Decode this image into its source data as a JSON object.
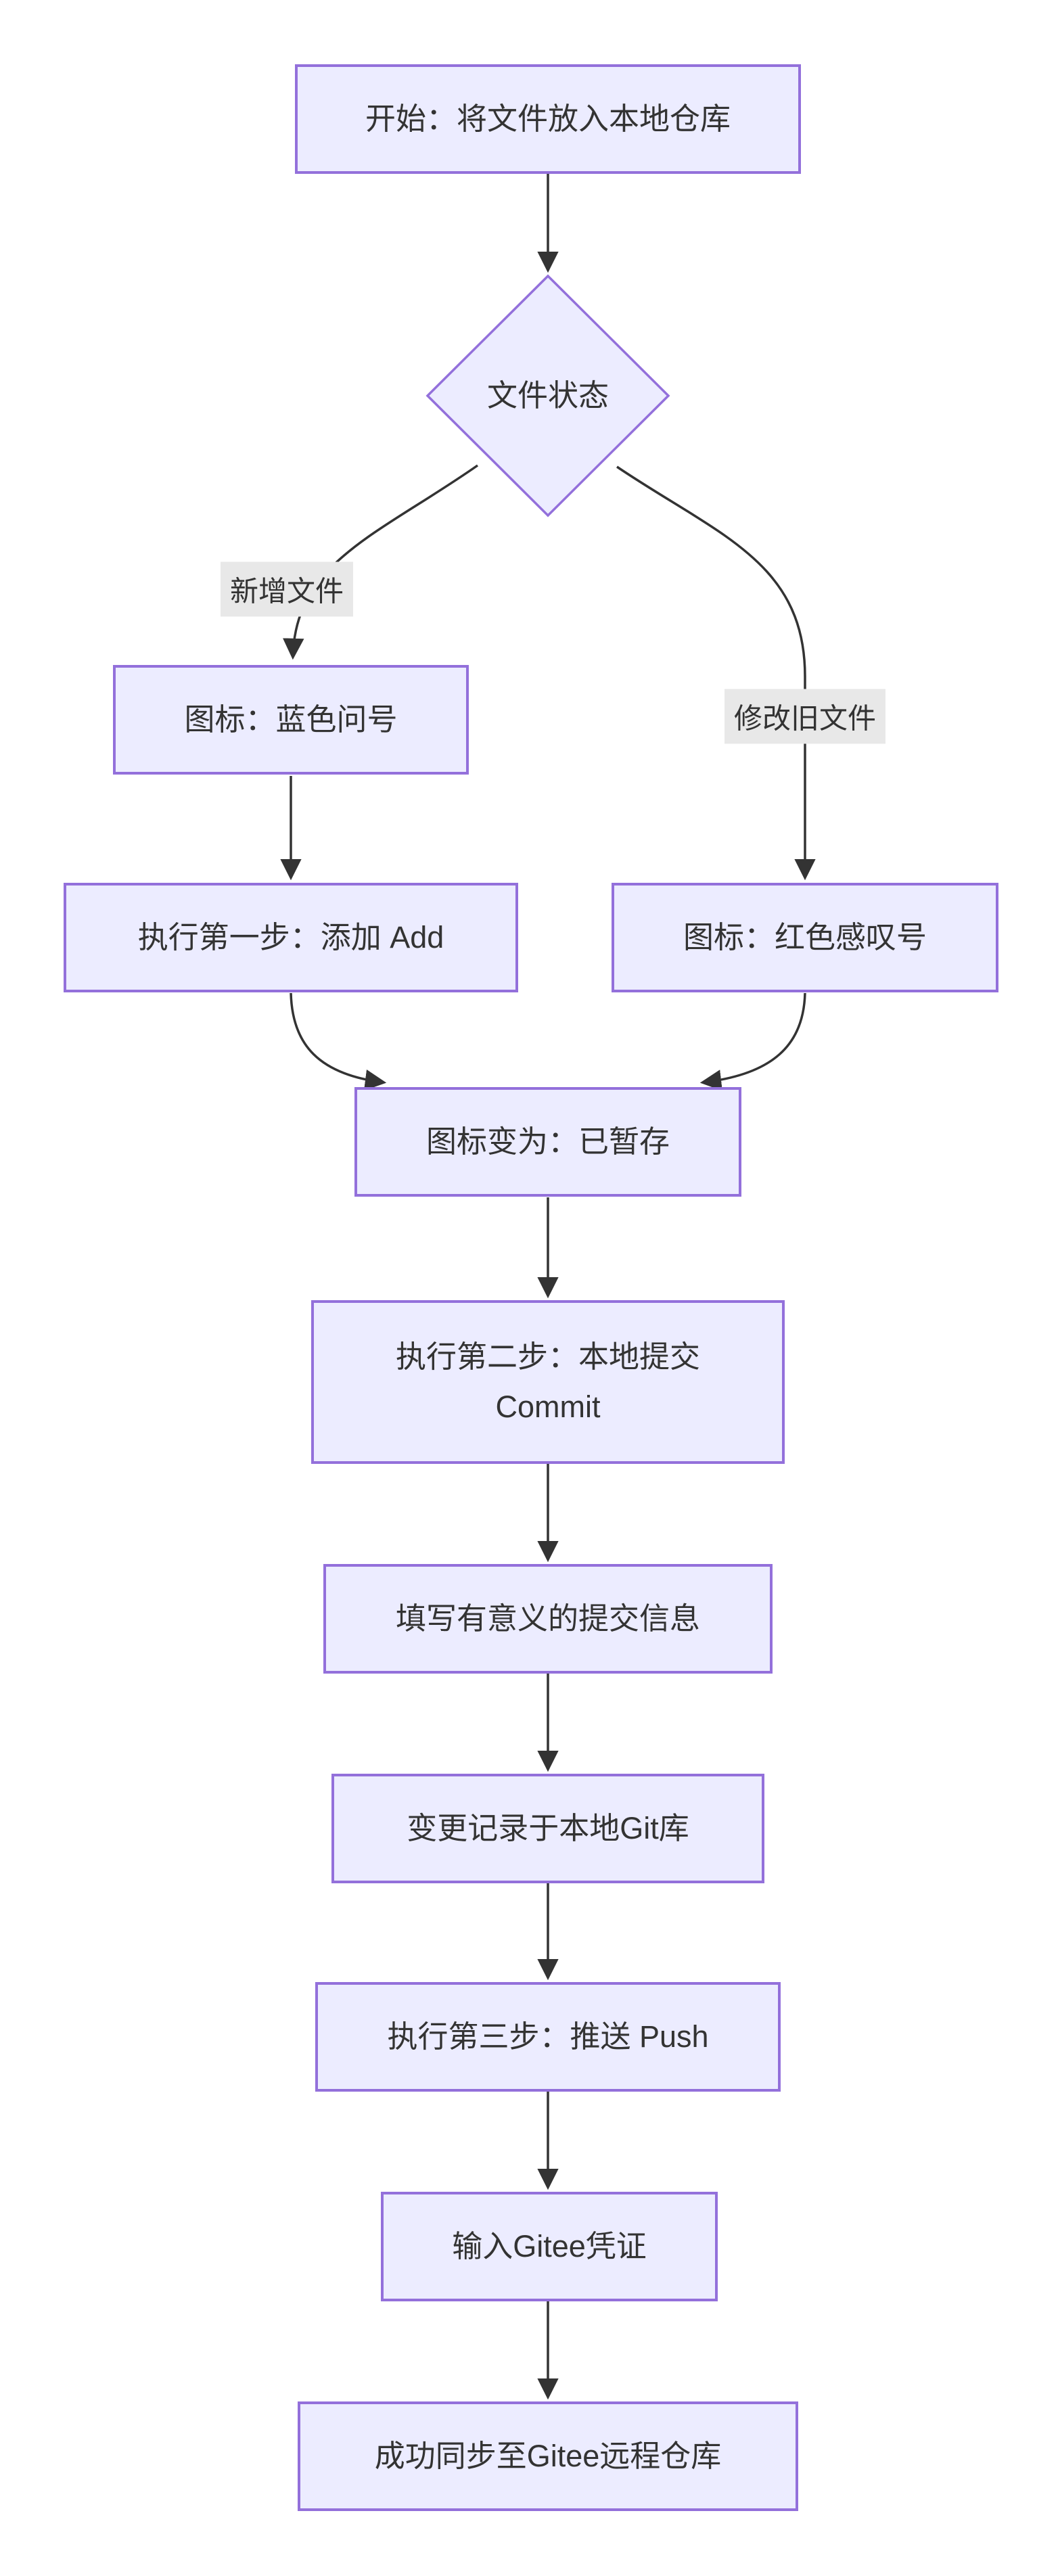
{
  "diagram_type": "flowchart",
  "colors": {
    "node_fill": "#ECECFF",
    "node_border": "#9370DB",
    "edge_line": "#333333",
    "text": "#333333",
    "edge_label_bg": "#e8e8e8",
    "background": "#ffffff"
  },
  "nodes": {
    "start": "开始：将文件放入本地仓库",
    "decision": "文件状态",
    "blue_question": "图标：蓝色问号",
    "add_step": "执行第一步：添加 Add",
    "red_exclamation": "图标：红色感叹号",
    "staged": "图标变为：已暂存",
    "commit_step": "执行第二步：本地提交 Commit",
    "commit_message": "填写有意义的提交信息",
    "local_git_record": "变更记录于本地Git库",
    "push_step": "执行第三步：推送 Push",
    "gitee_credentials": "输入Gitee凭证",
    "sync_success": "成功同步至Gitee远程仓库"
  },
  "edge_labels": {
    "new_file": "新增文件",
    "modify_old_file": "修改旧文件"
  }
}
